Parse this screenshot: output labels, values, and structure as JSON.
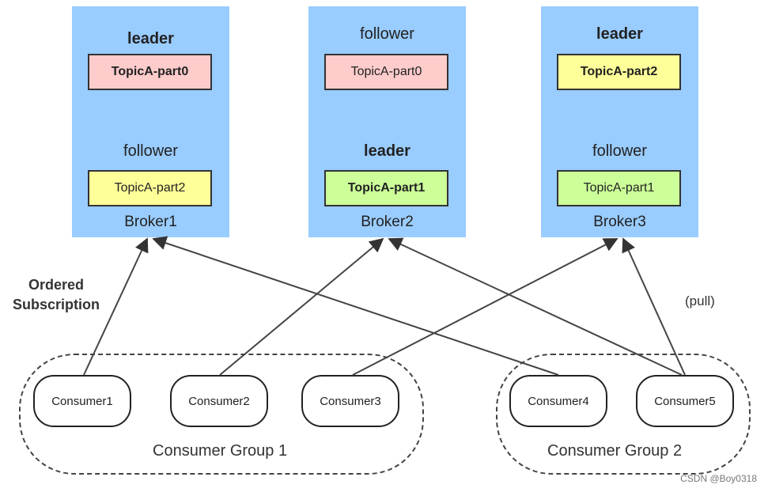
{
  "brokers": [
    {
      "label": "Broker1",
      "top_role": "leader",
      "top_part": "TopicA-part0",
      "bottom_role": "follower",
      "bottom_part": "TopicA-part2"
    },
    {
      "label": "Broker2",
      "top_role": "follower",
      "top_part": "TopicA-part0",
      "bottom_role": "leader",
      "bottom_part": "TopicA-part1"
    },
    {
      "label": "Broker3",
      "top_role": "leader",
      "top_part": "TopicA-part2",
      "bottom_role": "follower",
      "bottom_part": "TopicA-part1"
    }
  ],
  "consumers": [
    "Consumer1",
    "Consumer2",
    "Consumer3",
    "Consumer4",
    "Consumer5"
  ],
  "groups": [
    "Consumer Group 1",
    "Consumer Group 2"
  ],
  "annotations": {
    "ordered_line1": "Ordered",
    "ordered_line2": "Subscription",
    "pull": "(pull)"
  },
  "credit": "CSDN @Boy0318",
  "colors": {
    "broker_bg": "#99ccff",
    "part0": "#ffcccc",
    "part1": "#ccff99",
    "part2": "#ffff99"
  }
}
